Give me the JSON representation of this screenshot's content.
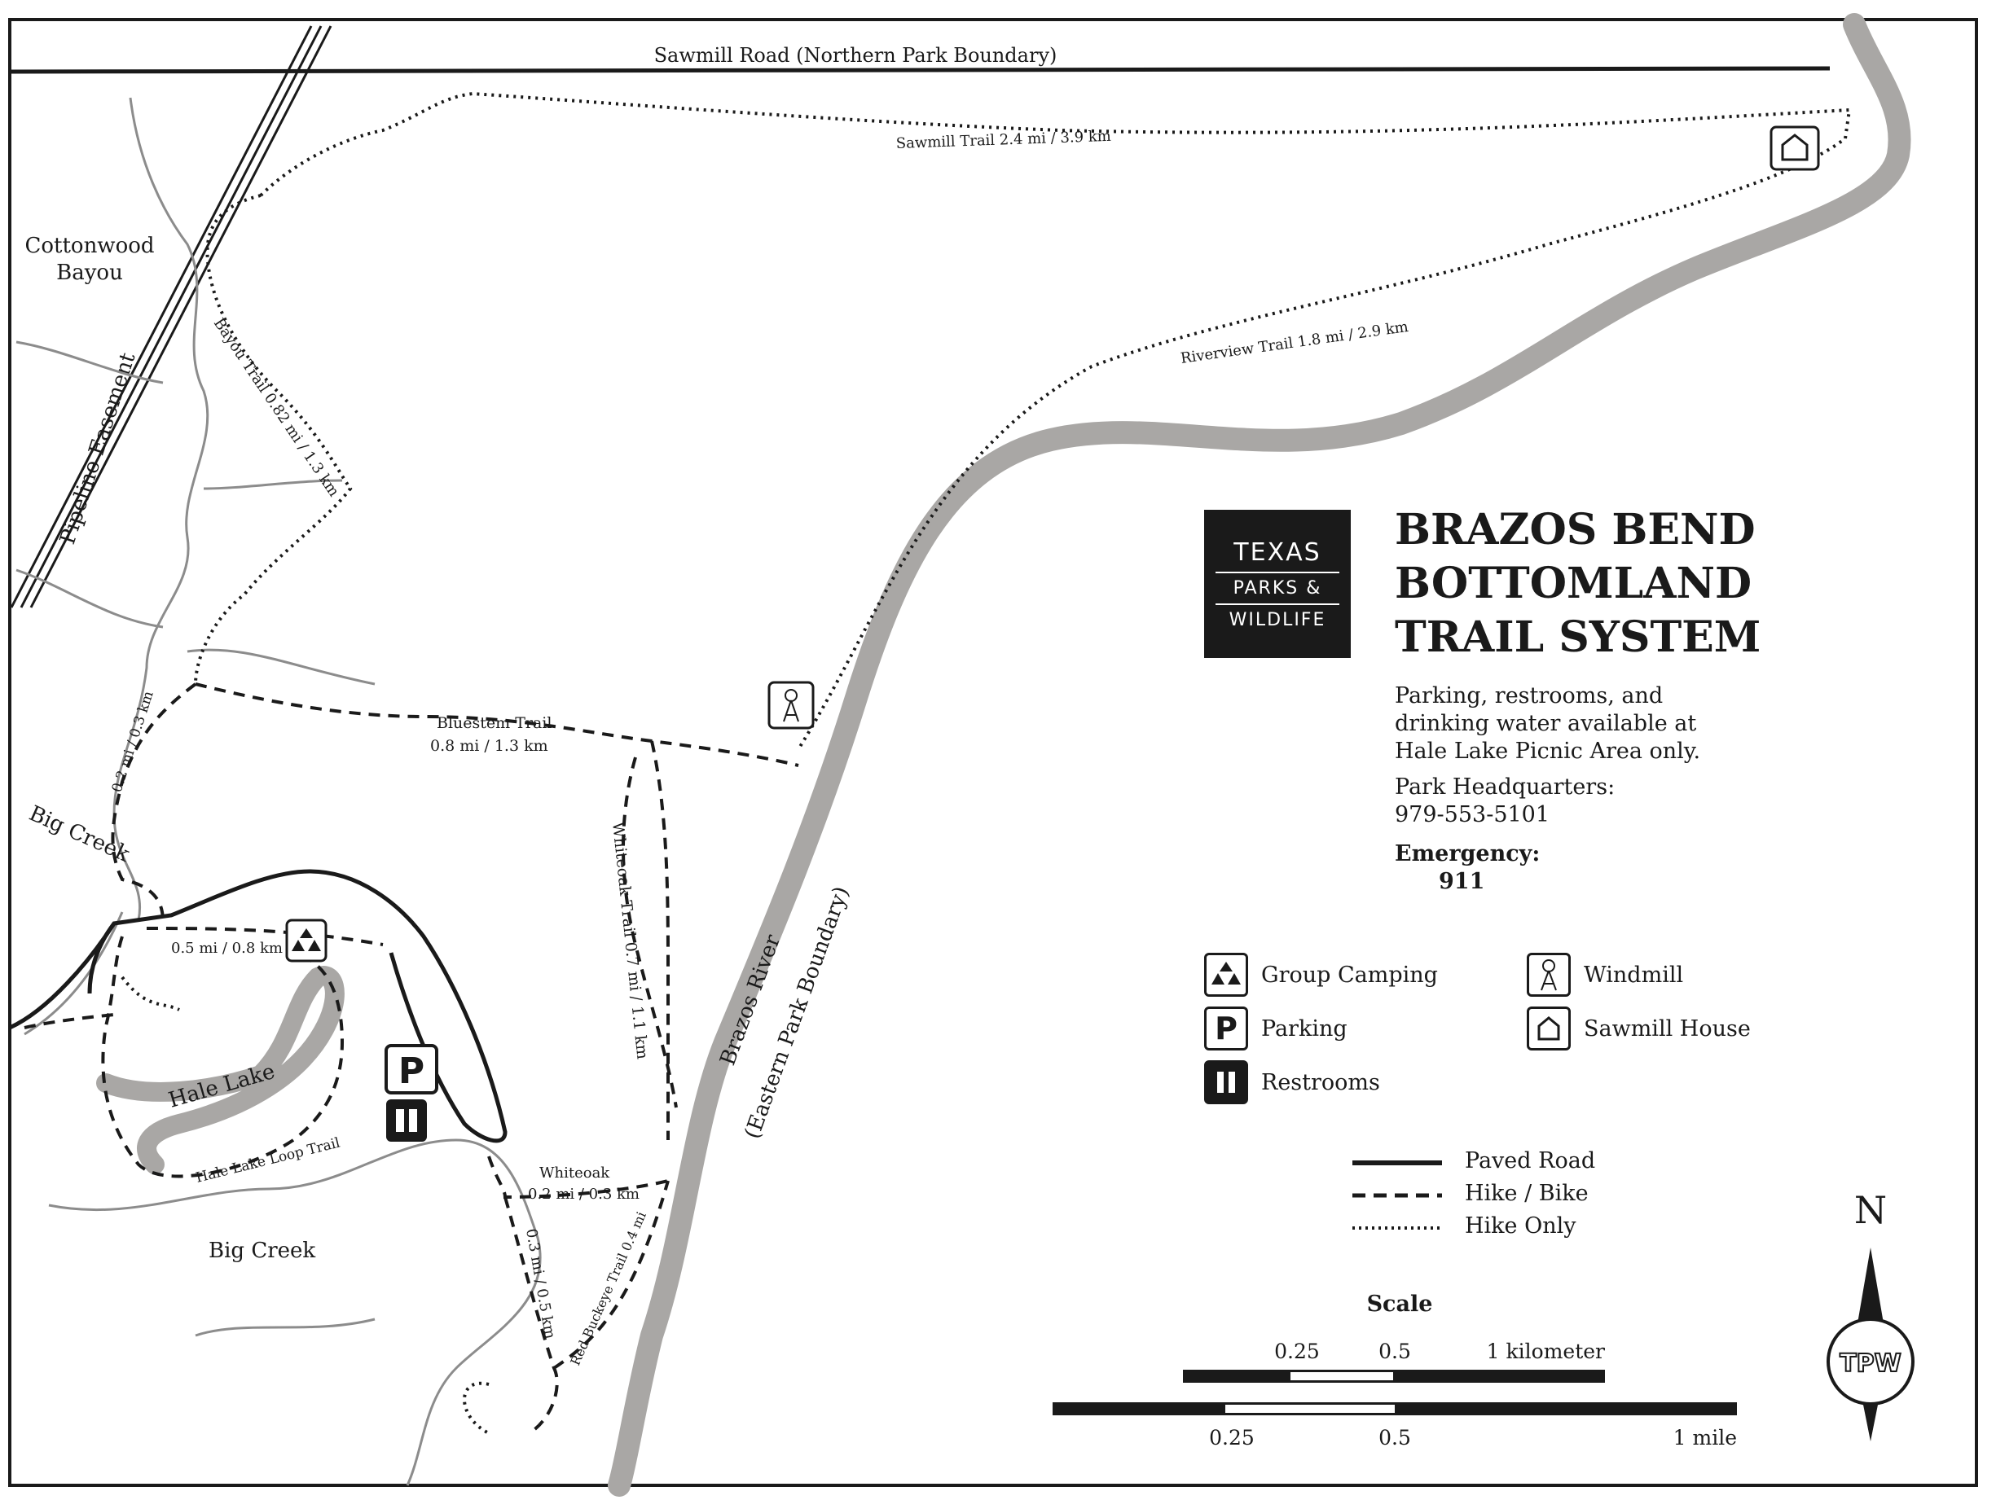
{
  "roads": {
    "north_boundary": "Sawmill Road (Northern Park Boundary)",
    "pipeline": "Pipeline Easement"
  },
  "places": {
    "cottonwood_1": "Cottonwood",
    "cottonwood_2": "Bayou",
    "big_creek_west": "Big Creek",
    "big_creek_south": "Big Creek",
    "hale_lake": "Hale Lake",
    "brazos_river": "Brazos River",
    "east_boundary": "(Eastern Park Boundary)"
  },
  "trails": {
    "sawmill": "Sawmill Trail  2.4 mi / 3.9 km",
    "riverview": "Riverview Trail  1.8 mi / 2.9 km",
    "bayou": "Bayou Trail  0.82 mi / 1.3 km",
    "bluestem_name": "Bluestem Trail",
    "bluestem_dist": "0.8 mi / 1.3 km",
    "connector_west": "0.2 mi / 0.3 km",
    "loop_north": "0.5 mi / 0.8 km",
    "whiteoak": "Whiteoak Trail  0.7 mi / 1.1 km",
    "whiteoak_short_name": "Whiteoak",
    "whiteoak_short_dist": "0.2 mi / 0.3 km",
    "hale_loop": "Hale Lake Loop Trail",
    "south_connector": "0.3 mi / 0.5 km",
    "red_buckeye": "Red Buckeye Trail  0.4 mi"
  },
  "logo": {
    "line1": "TEXAS",
    "line2": "PARKS &",
    "line3": "WILDLIFE"
  },
  "title": {
    "line1": "BRAZOS BEND",
    "line2": "BOTTOMLAND",
    "line3": "TRAIL SYSTEM"
  },
  "info": {
    "amenities_1": "Parking, restrooms, and",
    "amenities_2": "drinking water available at",
    "amenities_3": "Hale Lake Picnic Area only.",
    "hq_label": "Park Headquarters:",
    "hq_phone": "979-553-5101",
    "emergency_label": "Emergency:",
    "emergency_number": "911"
  },
  "legend": {
    "group_camping": "Group Camping",
    "parking": "Parking",
    "restrooms": "Restrooms",
    "windmill": "Windmill",
    "sawmill_house": "Sawmill House",
    "paved_road": "Paved Road",
    "hike_bike": "Hike / Bike",
    "hike_only": "Hike Only",
    "parking_glyph": "P"
  },
  "scale": {
    "title": "Scale",
    "km_025": "0.25",
    "km_05": "0.5",
    "km_1": "1 kilometer",
    "mi_025": "0.25",
    "mi_05": "0.5",
    "mi_1": "1 mile"
  },
  "compass": {
    "north": "N",
    "badge": "TPW"
  },
  "colors": {
    "river": "#a9a7a5",
    "ink": "#1a1a1a",
    "creek": "#8c8c8c"
  }
}
